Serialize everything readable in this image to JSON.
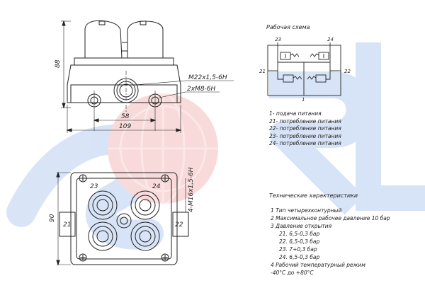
{
  "watermark": {
    "brand_text": "SOREL",
    "colors": [
      "#2a6ad3",
      "#e23a3a"
    ]
  },
  "front_view": {
    "dim_height": "88",
    "dim_port_pitch": "58",
    "dim_width": "109",
    "thread_main": "M22x1,5-6H",
    "thread_aux": "2xM8-6H"
  },
  "top_view": {
    "dim_height": "90",
    "thread_label": "4-M16x1,5-6H",
    "port_21": "21",
    "port_22": "22",
    "port_23": "23",
    "port_24": "24"
  },
  "scheme": {
    "title": "Рабочая схема",
    "port_23": "23",
    "port_24": "24",
    "port_21": "21",
    "port_22": "22",
    "port_1": "1"
  },
  "legend": [
    "1- подача питания",
    "21- потребление питания",
    "22- потребление питания",
    "23- потребление питания",
    "24- потребление питания"
  ],
  "tech": {
    "title": "Технические характеристики",
    "lines": [
      "1  Тип  четырехконтурный",
      "2  Максимальное рабочее давление  10 бар",
      "3  Давление открытия",
      "21. 6,5-0,3 бар",
      "22. 6,5-0,3 бар",
      "23. 7+0,3 бар",
      "24. 6,5-0,3 бар",
      "4  Рабочий температурный режим",
      "-40°С до +80°С"
    ]
  }
}
